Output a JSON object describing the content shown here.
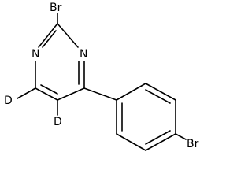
{
  "molecule": {
    "atoms": {
      "br_top": "Br",
      "n_left": "N",
      "n_right": "N",
      "d_upper": "D",
      "d_lower": "D",
      "br_right": "Br"
    }
  },
  "colors": {
    "bond": "#000000",
    "background": "#ffffff"
  }
}
